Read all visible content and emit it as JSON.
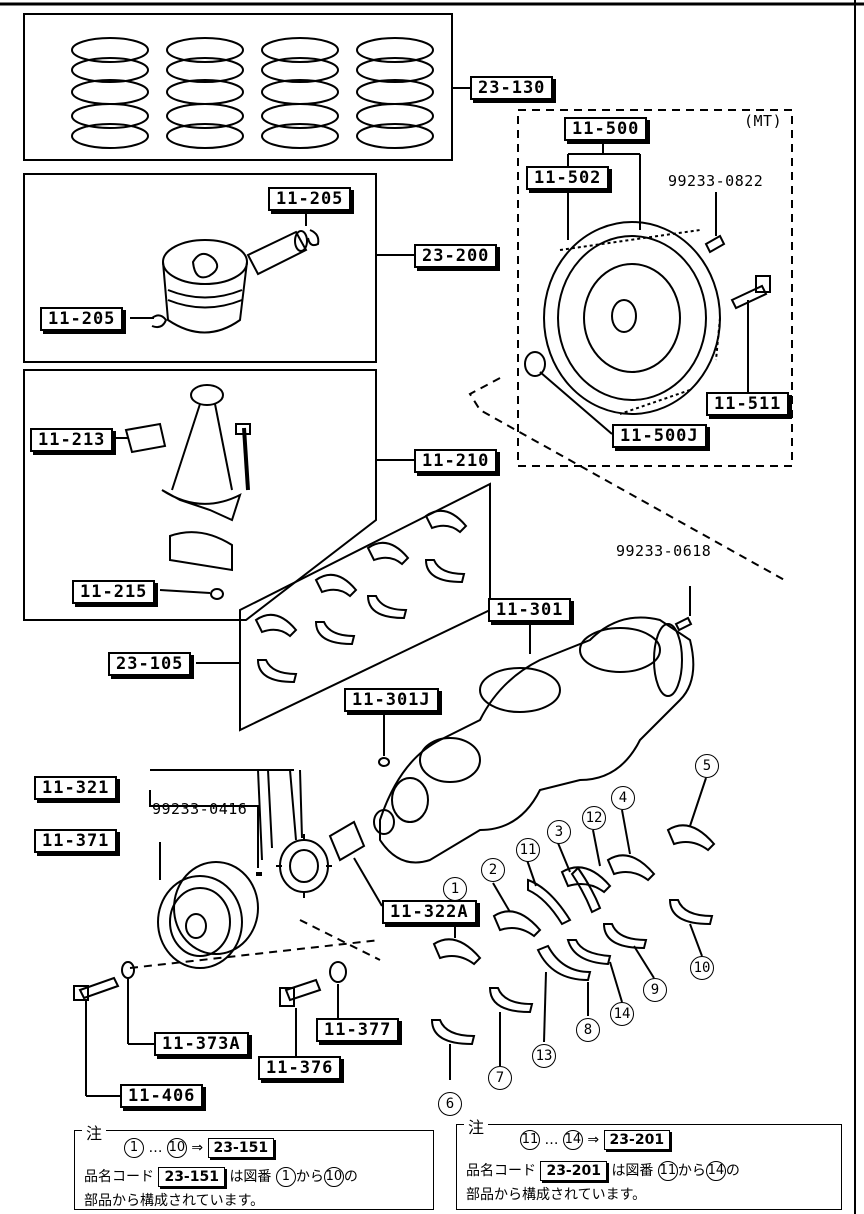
{
  "labels": {
    "l_23_130": "23-130",
    "l_11_205a": "11-205",
    "l_11_205b": "11-205",
    "l_23_200": "23-200",
    "l_11_213": "11-213",
    "l_11_210": "11-210",
    "l_11_215": "11-215",
    "l_23_105": "23-105",
    "l_11_500": "11-500",
    "l_11_502": "11-502",
    "l_11_511": "11-511",
    "l_11_500J": "11-500J",
    "l_11_301": "11-301",
    "l_11_301J": "11-301J",
    "l_11_321": "11-321",
    "l_11_371": "11-371",
    "l_11_322A": "11-322A",
    "l_11_373A": "11-373A",
    "l_11_377": "11-377",
    "l_11_376": "11-376",
    "l_11_406": "11-406"
  },
  "texts": {
    "mt": "(MT)",
    "p_0822": "99233-0822",
    "p_0618": "99233-0618",
    "p_0416": "99233-0416"
  },
  "callouts": [
    "1",
    "2",
    "3",
    "4",
    "5",
    "6",
    "7",
    "8",
    "9",
    "10",
    "11",
    "12",
    "13",
    "14"
  ],
  "notes": {
    "left": {
      "title": "注",
      "range_start": "1",
      "range_end": "10",
      "code": "23-151",
      "line1_prefix": "品名コード",
      "line1_code": "23-151",
      "line1_mid": "は図番",
      "line1_from": "1",
      "line1_kara": "から",
      "line1_to": "10",
      "line1_no": "の",
      "line2": "部品から構成されています。"
    },
    "right": {
      "title": "注",
      "range_start": "11",
      "range_end": "14",
      "code": "23-201",
      "line1_prefix": "品名コード",
      "line1_code": "23-201",
      "line1_mid": "は図番",
      "line1_from": "11",
      "line1_kara": "から",
      "line1_to": "14",
      "line1_no": "の",
      "line2": "部品から構成されています。"
    }
  }
}
